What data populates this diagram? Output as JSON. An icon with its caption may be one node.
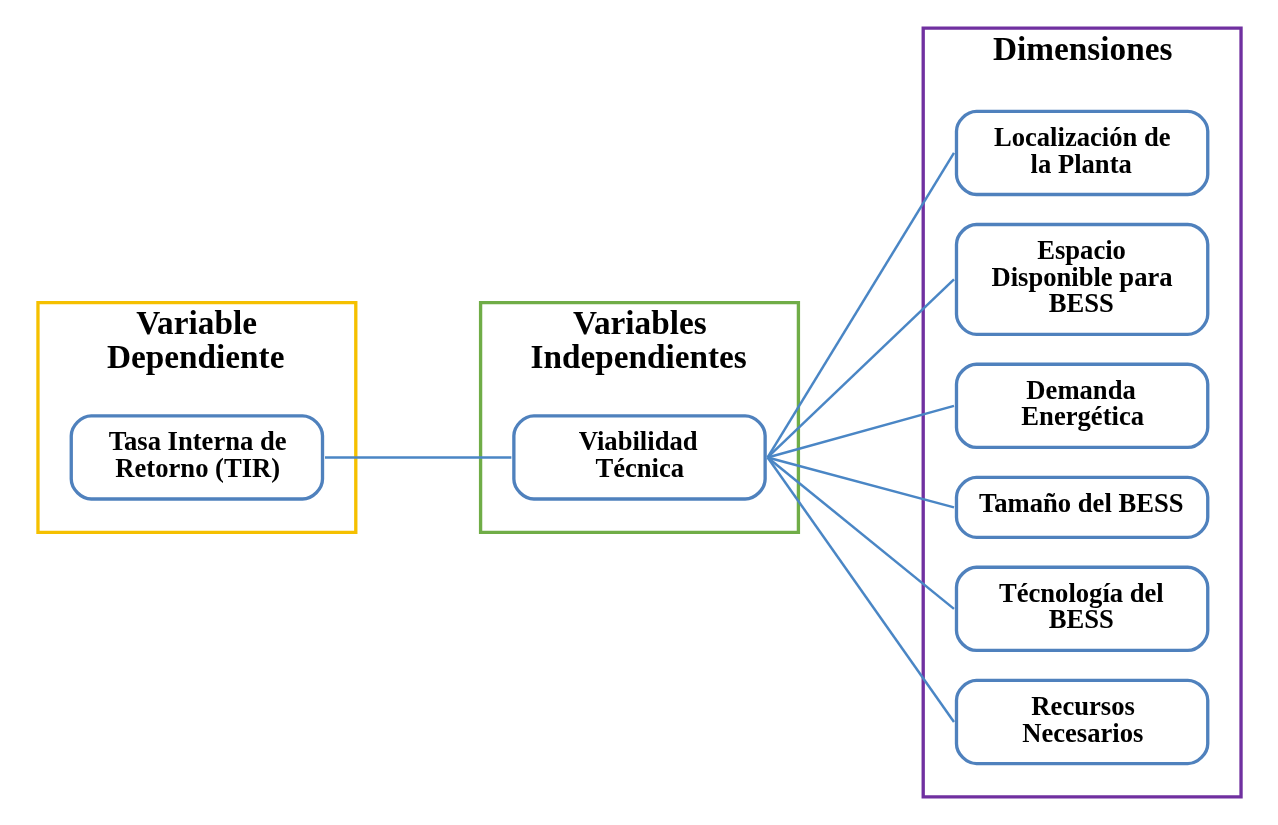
{
  "diagram": {
    "nodes": [
      {
        "text": [
          "Variable Dependiente"
        ]
      },
      {
        "text": [
          "Variables Independientes"
        ]
      },
      {
        "text": [
          "Dimensiones"
        ]
      },
      {
        "text": [
          "Tasa Interna de Retorno (TIR)"
        ],
        "in": 0
      },
      {
        "text": [
          "Viabilidad Técnica"
        ],
        "in": 1
      },
      {
        "text": [
          "Localización de la Planta"
        ],
        "in": 2
      },
      {
        "text": [
          "Espacio Disponible para BESS"
        ],
        "in": 2
      },
      {
        "text": [
          "Demanda Energética"
        ],
        "in": 2
      },
      {
        "text": [
          "Tamaño del BESS"
        ],
        "in": 2
      },
      {
        "text": [
          "Técnología del BESS"
        ],
        "in": 2
      },
      {
        "text": [
          "Recursos Necesarios"
        ],
        "in": 2
      }
    ],
    "edges": [
      {
        "from": 3,
        "to": 4,
        "arrow": "none"
      },
      {
        "from": 4,
        "to": 5,
        "arrow": "none"
      },
      {
        "from": 4,
        "to": 6,
        "arrow": "none"
      },
      {
        "from": 4,
        "to": 7,
        "arrow": "none"
      },
      {
        "from": 4,
        "to": 8,
        "arrow": "none"
      },
      {
        "from": 4,
        "to": 9,
        "arrow": "none"
      },
      {
        "from": 4,
        "to": 10,
        "arrow": "none"
      }
    ]
  }
}
